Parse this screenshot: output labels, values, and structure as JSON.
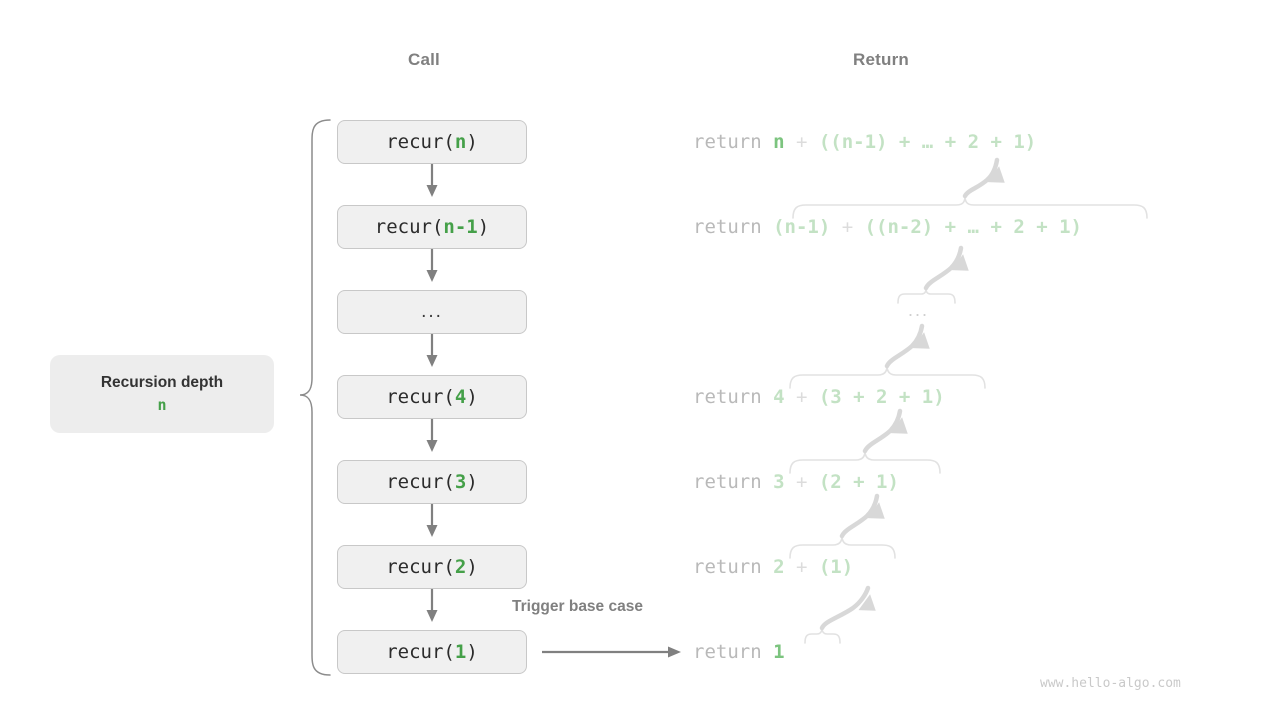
{
  "headers": {
    "call": "Call",
    "return": "Return"
  },
  "depth_pill": {
    "title": "Recursion depth",
    "value": "n"
  },
  "trigger_label": "Trigger base case",
  "watermark": "www.hello-algo.com",
  "colors": {
    "green_strong": "#45a049",
    "green_mid": "#7cc47f",
    "green_soft": "#c3e2c4",
    "gray_text": "#b9b9b9",
    "box_fill": "#f0f0f0",
    "box_border": "#c8c8c8",
    "arrow": "#808080",
    "faded_arrow": "#dcdcdc",
    "header": "#808080"
  },
  "call_stack": [
    {
      "prefix": "recur(",
      "arg": "n",
      "suffix": ")",
      "ellipsis": false
    },
    {
      "prefix": "recur(",
      "arg": "n-1",
      "suffix": ")",
      "ellipsis": false
    },
    {
      "prefix": "",
      "arg": "...",
      "suffix": "",
      "ellipsis": true
    },
    {
      "prefix": "recur(",
      "arg": "4",
      "suffix": ")",
      "ellipsis": false
    },
    {
      "prefix": "recur(",
      "arg": "3",
      "suffix": ")",
      "ellipsis": false
    },
    {
      "prefix": "recur(",
      "arg": "2",
      "suffix": ")",
      "ellipsis": false
    },
    {
      "prefix": "recur(",
      "arg": "1",
      "suffix": ")",
      "ellipsis": false
    }
  ],
  "returns": [
    {
      "keyword": "return ",
      "head": "n",
      "plus": " + ",
      "tail": "((n-1) + … + 2 + 1)",
      "full": "return n + ((n-1) + … + 2 + 1)",
      "ellipsis": false,
      "braced": false
    },
    {
      "keyword": "return ",
      "head": "(n-1)",
      "plus": " + ",
      "tail": "((n-2) + … + 2 + 1)",
      "full": "return (n-1) + ((n-2) + … + 2 + 1)",
      "ellipsis": false,
      "braced": true
    },
    {
      "keyword": "",
      "head": "",
      "plus": "",
      "tail": "...",
      "full": "...",
      "ellipsis": true,
      "braced": true
    },
    {
      "keyword": "return ",
      "head": "4",
      "plus": " + ",
      "tail": "(3 + 2 + 1)",
      "full": "return 4 + (3 + 2 + 1)",
      "ellipsis": false,
      "braced": true
    },
    {
      "keyword": "return ",
      "head": "3",
      "plus": " + ",
      "tail": "(2 + 1)",
      "full": "return 3 + (2 + 1)",
      "ellipsis": false,
      "braced": true
    },
    {
      "keyword": "return ",
      "head": "2",
      "plus": " + ",
      "tail": "(1)",
      "full": "return 2 + (1)",
      "ellipsis": false,
      "braced": true
    },
    {
      "keyword": "return ",
      "head": "1",
      "plus": "",
      "tail": "",
      "full": "return 1",
      "ellipsis": false,
      "braced": true
    }
  ]
}
